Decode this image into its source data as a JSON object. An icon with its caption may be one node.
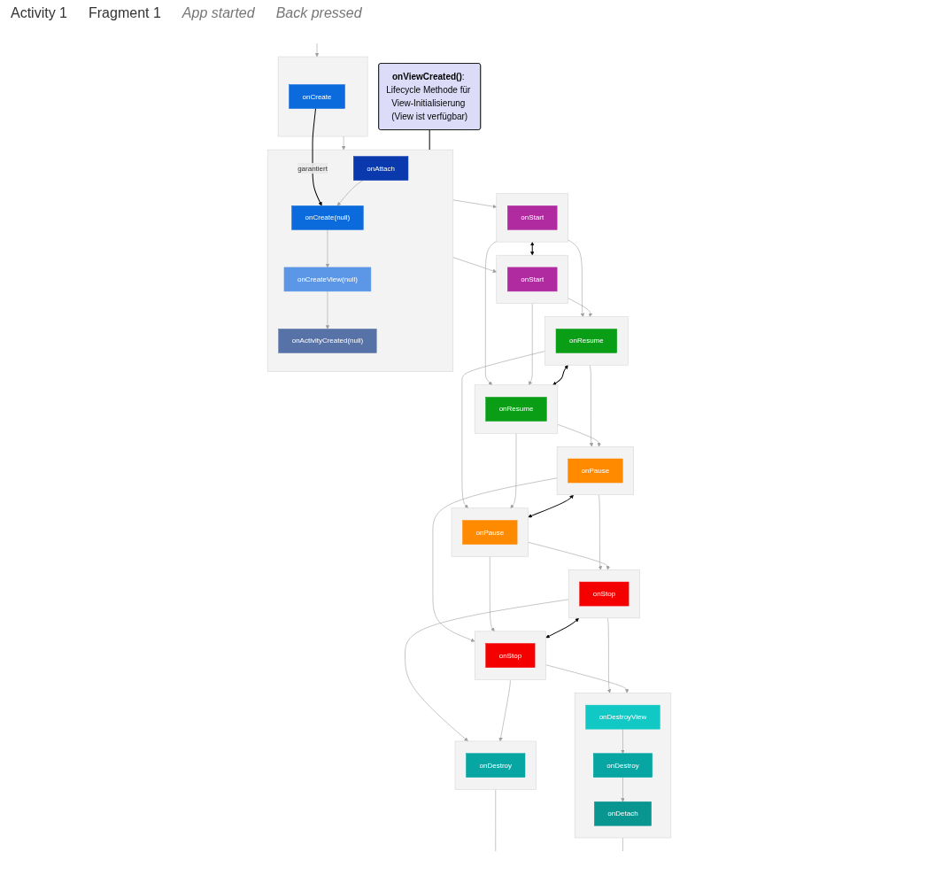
{
  "diagram": {
    "nodes": [
      {
        "text": [],
        "shape": "box"
      },
      {
        "text": [
          "onCreate"
        ],
        "in": 0
      },
      {
        "text": [],
        "shape": "box"
      },
      {
        "text": [
          "onAttach"
        ],
        "in": 2
      },
      {
        "text": [
          "onCreate(null)"
        ],
        "in": 2
      },
      {
        "text": [
          "onCreateView(null)"
        ],
        "in": 2
      },
      {
        "text": [
          "onActivityCreated(null)"
        ],
        "in": 2
      },
      {
        "text": [],
        "shape": "box"
      },
      {
        "text": [
          "onStart"
        ],
        "in": 7
      },
      {
        "text": [],
        "shape": "box"
      },
      {
        "text": [
          "onStart"
        ],
        "in": 9
      },
      {
        "text": [],
        "shape": "box"
      },
      {
        "text": [
          "onResume"
        ],
        "in": 11
      },
      {
        "text": [],
        "shape": "box"
      },
      {
        "text": [
          "onResume"
        ],
        "in": 13
      },
      {
        "text": [],
        "shape": "box"
      },
      {
        "text": [
          "onPause"
        ],
        "in": 15
      },
      {
        "text": [],
        "shape": "box"
      },
      {
        "text": [
          "onPause"
        ],
        "in": 17
      },
      {
        "text": [],
        "shape": "box"
      },
      {
        "text": [
          "onStop"
        ],
        "in": 19
      },
      {
        "text": [],
        "shape": "box"
      },
      {
        "text": [
          "onStop"
        ],
        "in": 21
      },
      {
        "text": [],
        "shape": "box"
      },
      {
        "text": [
          "onDestroy"
        ],
        "in": 23
      },
      {
        "text": [],
        "shape": "box"
      },
      {
        "text": [
          "onDestroyView"
        ],
        "in": 25
      },
      {
        "text": [
          "onDestroy"
        ],
        "in": 25
      },
      {
        "text": [
          "onDetach"
        ],
        "in": 25
      },
      {
        "text": [
          "**onViewCreated()**: Lifecycle Methode für View-Initialisierung (View ist verfügbar)"
        ]
      }
    ],
    "edges": [
      {
        "from": null,
        "to": 0,
        "arrow": "to"
      },
      {
        "from": 0,
        "to": 2,
        "arrow": "to"
      },
      {
        "from": 1,
        "to": 4,
        "arrow": "to",
        "label": "garantiert",
        "color": "#000000"
      },
      {
        "from": 3,
        "to": 4,
        "arrow": "to"
      },
      {
        "from": 4,
        "to": 5,
        "arrow": "to"
      },
      {
        "from": 5,
        "to": 6,
        "arrow": "to"
      },
      {
        "from": 2,
        "to": 7,
        "arrow": "to"
      },
      {
        "from": 2,
        "to": 9,
        "arrow": "to"
      },
      {
        "from": 7,
        "to": 9,
        "arrow": "both",
        "color": "#000000"
      },
      {
        "from": 7,
        "to": 11,
        "arrow": "to"
      },
      {
        "from": 7,
        "to": 13,
        "arrow": "to"
      },
      {
        "from": 9,
        "to": 11,
        "arrow": "to"
      },
      {
        "from": 9,
        "to": 13,
        "arrow": "to"
      },
      {
        "from": 11,
        "to": 13,
        "arrow": "both",
        "color": "#000000"
      },
      {
        "from": 11,
        "to": 15,
        "arrow": "to"
      },
      {
        "from": 11,
        "to": 17,
        "arrow": "to"
      },
      {
        "from": 13,
        "to": 15,
        "arrow": "to"
      },
      {
        "from": 13,
        "to": 17,
        "arrow": "to"
      },
      {
        "from": 15,
        "to": 17,
        "arrow": "both",
        "color": "#000000"
      },
      {
        "from": 15,
        "to": 19,
        "arrow": "to"
      },
      {
        "from": 15,
        "to": 21,
        "arrow": "to"
      },
      {
        "from": 17,
        "to": 19,
        "arrow": "to"
      },
      {
        "from": 17,
        "to": 21,
        "arrow": "to"
      },
      {
        "from": 19,
        "to": 21,
        "arrow": "both",
        "color": "#000000"
      },
      {
        "from": 19,
        "to": 23,
        "arrow": "to"
      },
      {
        "from": 19,
        "to": 25,
        "arrow": "to"
      },
      {
        "from": 21,
        "to": 23,
        "arrow": "to"
      },
      {
        "from": 21,
        "to": 25,
        "arrow": "to"
      },
      {
        "from": 26,
        "to": 27,
        "arrow": "to"
      },
      {
        "from": 27,
        "to": 28,
        "arrow": "to"
      },
      {
        "from": 23,
        "to": null,
        "arrow": "none"
      },
      {
        "from": 25,
        "to": null,
        "arrow": "none"
      },
      {
        "from": 29,
        "to": 2,
        "arrow": "none",
        "color": "#000000"
      }
    ],
    "labels": [
      "Activity 1",
      "Fragment 1",
      "App started",
      "Back pressed"
    ]
  }
}
